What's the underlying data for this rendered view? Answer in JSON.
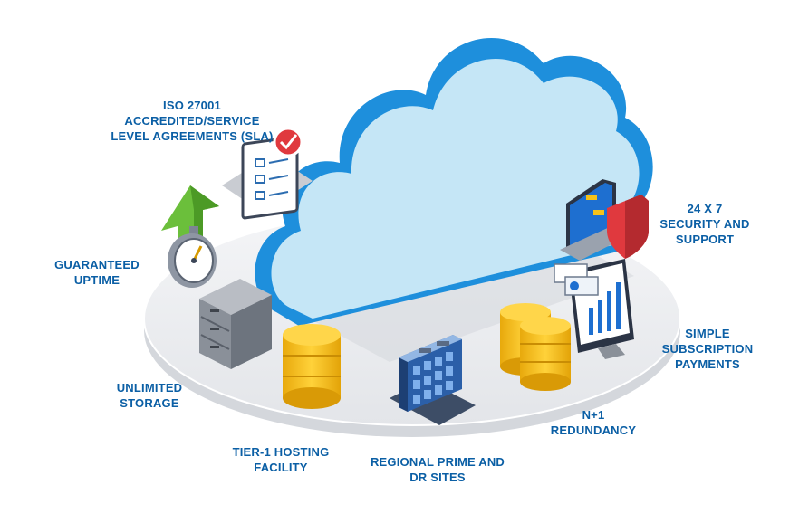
{
  "labels": {
    "iso": [
      "ISO 27001",
      "ACCREDITED/SERVICE",
      "LEVEL AGREEMENTS (SLA)"
    ],
    "uptime": [
      "GUARANTEED",
      "UPTIME"
    ],
    "storage": [
      "UNLIMITED",
      "STORAGE"
    ],
    "tier1": [
      "TIER-1 HOSTING",
      "FACILITY"
    ],
    "regional": [
      "REGIONAL PRIME AND",
      "DR SITES"
    ],
    "redundancy": [
      "N+1",
      "REDUNDANCY"
    ],
    "payments": [
      "SIMPLE",
      "SUBSCRIPTION",
      "PAYMENTS"
    ],
    "security": [
      "24 X 7",
      "SECURITY AND",
      "SUPPORT"
    ]
  },
  "colors": {
    "label": "#0b5fa5",
    "cloud_light": "#c5e6f6",
    "cloud_dark": "#1e8fdc",
    "gold": "#f5c21a",
    "green_arrow": "#6bbf3b",
    "shield": "#e0393e"
  },
  "icons": {
    "checklist": "checklist-clipboard-icon",
    "uptime": "stopwatch-arrow-icon",
    "storage": "server-cabinet-icon",
    "tier1": "gold-coin-stack-icon",
    "regional": "data-center-building-icon",
    "redundancy": "double-coin-stack-icon",
    "payments": "monitor-chart-payment-icon",
    "security": "laptop-shield-icon"
  }
}
